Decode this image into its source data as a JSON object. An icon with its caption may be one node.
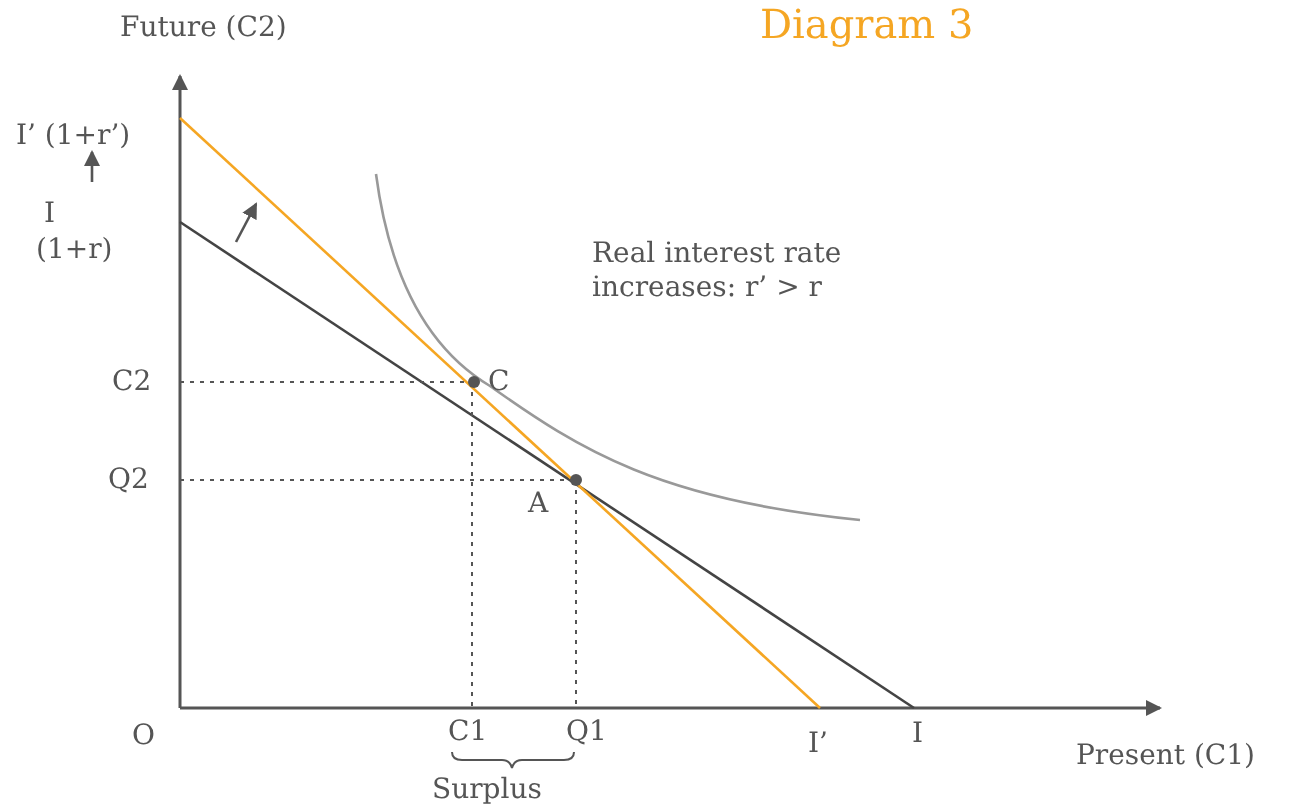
{
  "diagram": {
    "title": "Diagram 3",
    "labels": [
      "Future (C2)",
      "I’ (1+r’)",
      "I",
      "(1+r)",
      "Real interest rate increases: r’ > r",
      "C2",
      "C",
      "Q2",
      "A",
      "O",
      "C1",
      "Q1",
      "I’",
      "I",
      "Present (C1)",
      "Surplus"
    ]
  }
}
